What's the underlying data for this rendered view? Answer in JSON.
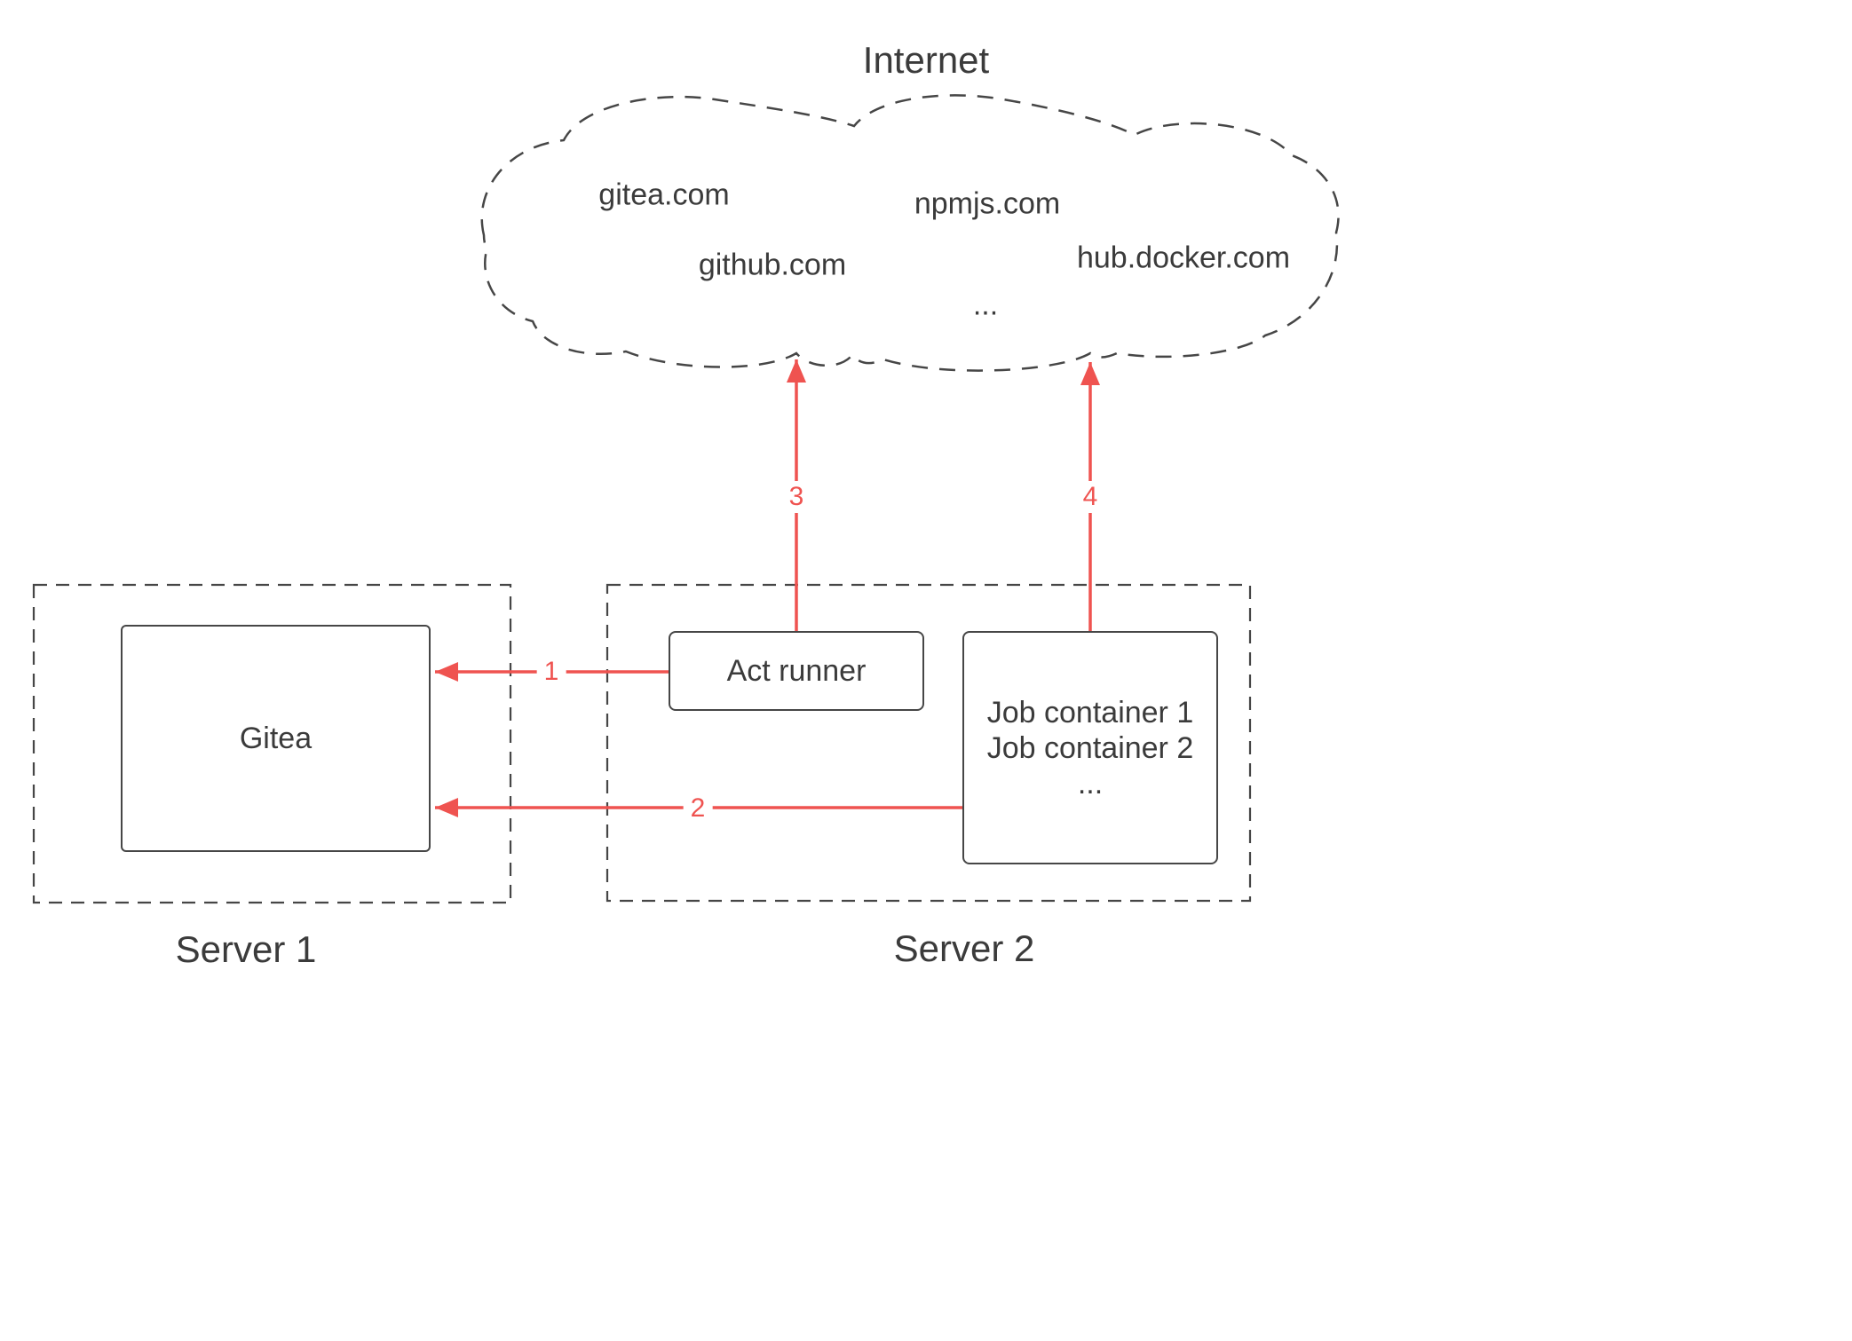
{
  "colors": {
    "arrow": "#ef5350",
    "text": "#3b3b3b",
    "line": "#464646",
    "background": "#ffffff"
  },
  "internet": {
    "label": "Internet",
    "sites": [
      "gitea.com",
      "github.com",
      "npmjs.com",
      "hub.docker.com",
      "..."
    ]
  },
  "server1": {
    "label": "Server 1",
    "gitea_label": "Gitea"
  },
  "server2": {
    "label": "Server 2",
    "act_runner_label": "Act runner",
    "job_container_lines": [
      "Job container 1",
      "Job container 2",
      "..."
    ]
  },
  "arrows": {
    "labels": [
      "1",
      "2",
      "3",
      "4"
    ]
  }
}
